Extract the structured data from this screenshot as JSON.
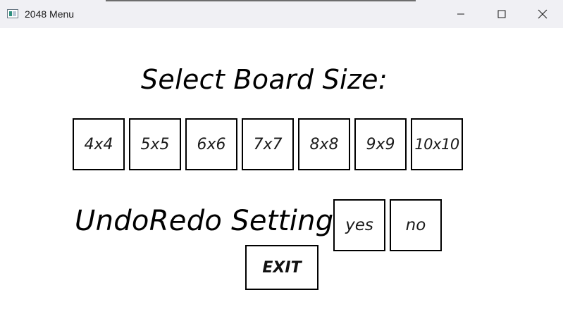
{
  "window": {
    "title": "2048 Menu",
    "icon": "app-window-icon"
  },
  "window_controls": {
    "minimize_icon": "minimize-icon",
    "maximize_icon": "maximize-icon",
    "close_icon": "close-icon"
  },
  "board_size": {
    "heading": "Select Board Size:",
    "options": [
      "4x4",
      "5x5",
      "6x6",
      "7x7",
      "8x8",
      "9x9",
      "10x10"
    ]
  },
  "undo_redo": {
    "heading": "UndoRedo Setting:",
    "yes_label": "yes",
    "no_label": "no"
  },
  "exit_label": "EXIT"
}
